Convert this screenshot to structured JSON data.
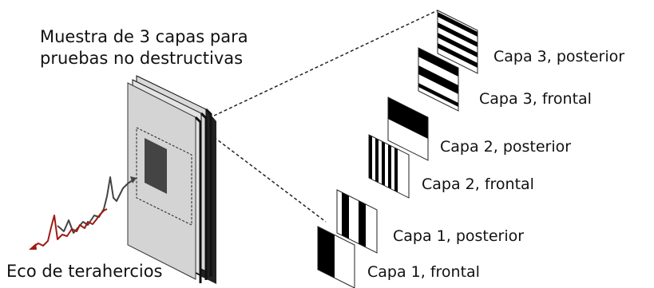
{
  "sample": {
    "title_line1": "Muestra de 3 capas para",
    "title_line2": "pruebas no destructivas"
  },
  "echo": {
    "label": "Eco de terahercios"
  },
  "layers": [
    {
      "label": "Capa 3, posterior"
    },
    {
      "label": "Capa 3, frontal"
    },
    {
      "label": "Capa 2, posterior"
    },
    {
      "label": "Capa 2, frontal"
    },
    {
      "label": "Capa 1, posterior"
    },
    {
      "label": "Capa 1, frontal"
    }
  ],
  "colors": {
    "panel_light": "#d4d4d4",
    "panel_edge": "#111111",
    "inner_rect": "#444444",
    "echo_dark": "#444444",
    "echo_red": "#a11a12",
    "pattern": "#000000"
  }
}
